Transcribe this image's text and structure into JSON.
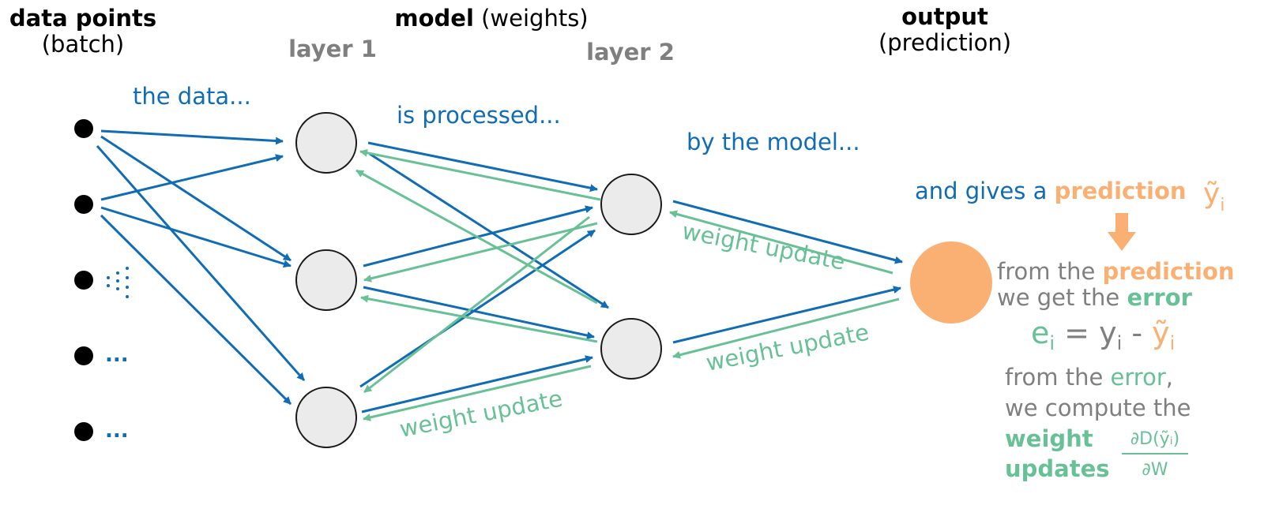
{
  "headers": {
    "data_points": {
      "bold": "data points",
      "sub": "(batch)"
    },
    "model": {
      "bold": "model",
      "rest": " (weights)"
    },
    "output": {
      "bold": "output",
      "sub": "(prediction)"
    }
  },
  "layer_labels": {
    "layer1": "layer 1",
    "layer2": "layer 2"
  },
  "captions": {
    "data": "the data...",
    "processed": "is processed...",
    "by_model": "by the model...",
    "gives_prefix": "and gives a ",
    "gives_bold": "prediction",
    "pred_symbol": "ỹ",
    "pred_sub": "i"
  },
  "weight_update_label": "weight update",
  "ellipsis": "...",
  "explanation": {
    "line1_prefix": "from the ",
    "line1_bold": "prediction",
    "line2_prefix": "we get the ",
    "line2_bold": "error",
    "equation": {
      "e": "e",
      "i": "i",
      "eq": " = ",
      "y": "y",
      "minus": " - ",
      "ytilde": "ỹ"
    },
    "line3_prefix": "from the ",
    "line3_colored": "error",
    "line3_suffix": ",",
    "line4": "we compute the",
    "weight": "weight",
    "updates": "updates",
    "frac_num": "∂D(ỹᵢ)",
    "frac_den": "∂W"
  },
  "colors": {
    "blue": "#0f6cb5",
    "green": "#68c196",
    "orange": "#fbb073",
    "grey_text": "#7f7f7f",
    "node_fill": "#ebebeb",
    "node_stroke": "#1a1a1a"
  }
}
